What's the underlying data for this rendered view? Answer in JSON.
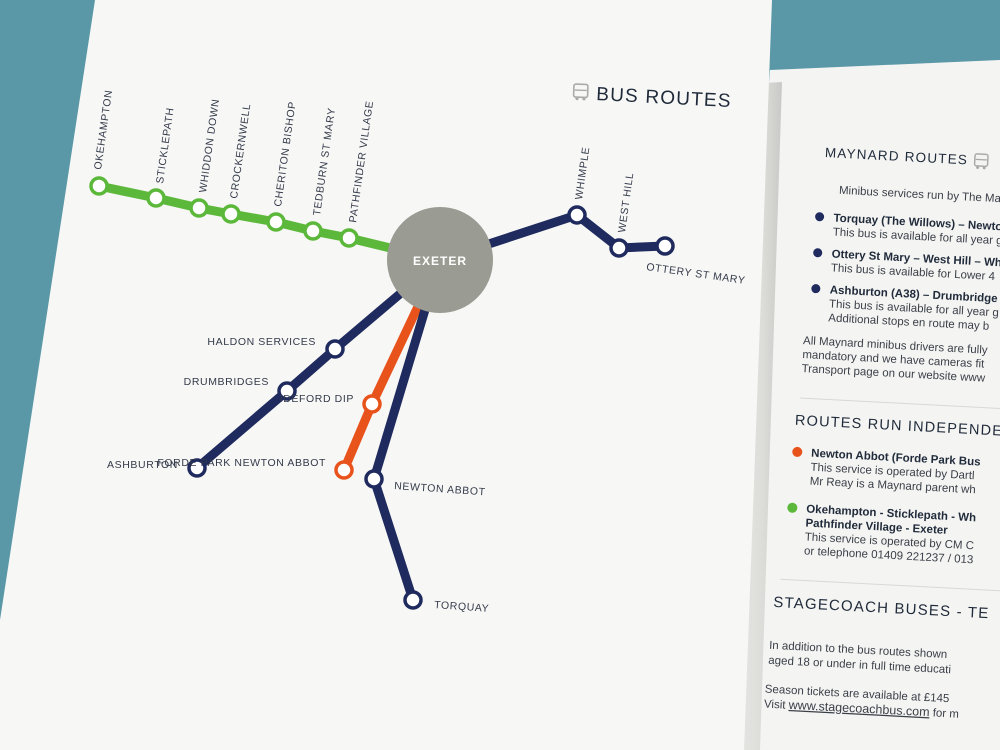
{
  "colors": {
    "background": "#5a98a8",
    "navy_route": "#1f2a5e",
    "orange_route": "#e8531c",
    "green_route": "#5bb83a",
    "hub": "#9a9b92",
    "page": "#f6f6f4"
  },
  "map": {
    "title": "BUS ROUTES",
    "title_icon": "bus-icon",
    "hub": "EXETER",
    "green_stops": [
      "OKEHAMPTON",
      "STICKLEPATH",
      "WHIDDON DOWN",
      "CROCKERNWELL",
      "CHERITON BISHOP",
      "TEDBURN ST MARY",
      "PATHFINDER VILLAGE"
    ],
    "east_stops": [
      "WHIMPLE",
      "WEST HILL",
      "OTTERY ST MARY"
    ],
    "west_stops": [
      "HALDON SERVICES",
      "DRUMBRIDGES",
      "ASHBURTON"
    ],
    "orange_stops": [
      "IDEFORD DIP",
      "FORDE PARK NEWTON ABBOT"
    ],
    "south_stops": [
      "NEWTON ABBOT",
      "TORQUAY"
    ]
  },
  "right_page": {
    "maynard_heading": "MAYNARD ROUTES",
    "maynard_icon": "bus-icon",
    "maynard_intro": "Minibus services run by The May",
    "maynard_routes": [
      {
        "title": "Torquay (The Willows) – Newto",
        "desc": "This bus is available for all year g"
      },
      {
        "title": "Ottery St Mary – West Hill – Wh",
        "desc": "This bus is available for Lower 4"
      },
      {
        "title": "Ashburton (A38) – Drumbridge",
        "desc": "This bus is available for all year g",
        "desc2": "Additional stops en route may b"
      }
    ],
    "maynard_para": [
      "All Maynard minibus drivers are fully",
      "mandatory and we have cameras fit",
      "Transport page on our website www"
    ],
    "independent_heading": "ROUTES RUN INDEPENDE",
    "independent_routes": [
      {
        "title": "Newton Abbot (Forde Park Bus",
        "lines": [
          "This service is operated by Dartl",
          "Mr Reay is a Maynard parent wh"
        ]
      },
      {
        "title": "Okehampton - Sticklepath - Wh",
        "title2": "Pathfinder Village - Exeter",
        "lines": [
          "This service is operated by CM C",
          "or telephone 01409 221237 / 013"
        ]
      }
    ],
    "stagecoach_heading": "STAGECOACH BUSES - TE",
    "stagecoach_lines": [
      "In addition to the bus routes shown",
      "aged 18 or under in full time educati"
    ],
    "season_line": "Season tickets are available at £145",
    "visit_prefix": "Visit ",
    "visit_link": "www.stagecoachbus.com",
    "visit_suffix": " for m"
  }
}
